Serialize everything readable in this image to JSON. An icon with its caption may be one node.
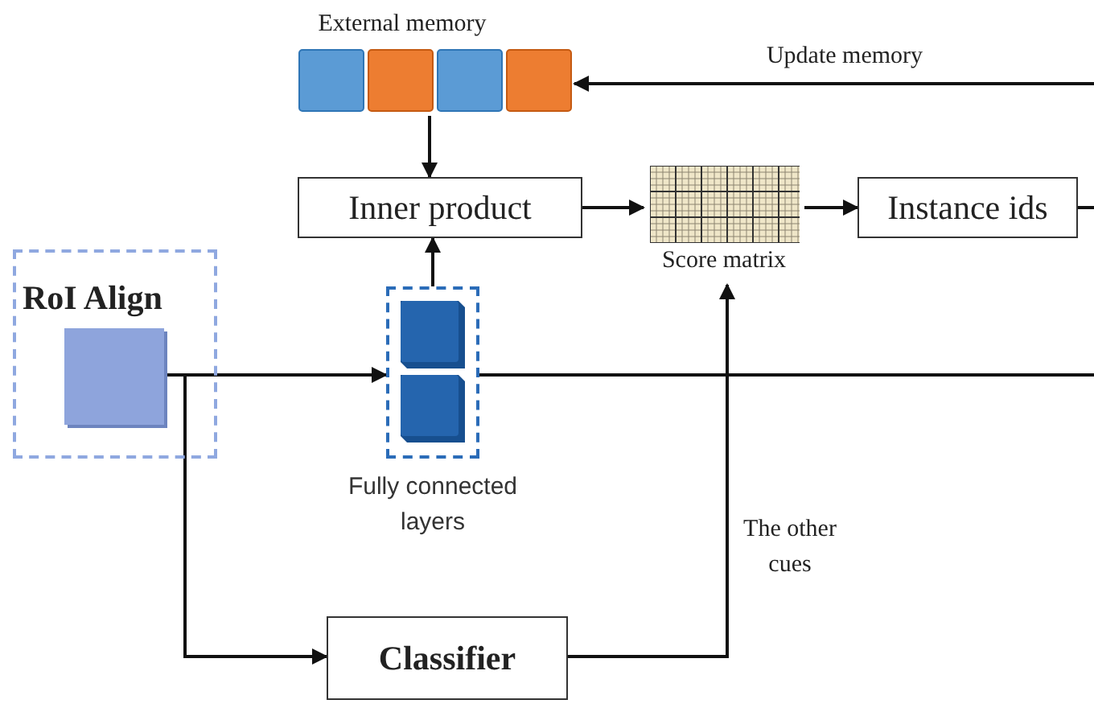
{
  "diagram": {
    "nodes": [
      {
        "text": [
          "External memory"
        ]
      },
      {
        "text": [
          "Inner product"
        ]
      },
      {
        "text": [
          "Score matrix"
        ]
      },
      {
        "text": [
          "Instance ids"
        ]
      },
      {
        "text": [
          "RoI Align"
        ]
      },
      {
        "text": [],
        "shape": "box",
        "in": 4
      },
      {
        "text": [],
        "shape": "box",
        "beside": [
          "Fully connected layers"
        ]
      },
      {
        "text": [
          "Classifier"
        ]
      }
    ],
    "edges": [
      {
        "from": 0,
        "to": 1,
        "arrow": "to"
      },
      {
        "from": 6,
        "to": 1,
        "arrow": "to"
      },
      {
        "from": 1,
        "to": 2,
        "arrow": "to"
      },
      {
        "from": 2,
        "to": 3,
        "arrow": "to"
      },
      {
        "from": 5,
        "to": 6,
        "arrow": "to"
      },
      {
        "from": 5,
        "to": 7,
        "arrow": "to"
      },
      {
        "from": 6,
        "to": null,
        "arrow": "none"
      },
      {
        "from": 7,
        "to": 2,
        "arrow": "to",
        "label": "The other cues"
      },
      {
        "from": 3,
        "to": null,
        "arrow": "none"
      },
      {
        "from": null,
        "to": 0,
        "arrow": "to",
        "label": "Update memory"
      }
    ]
  }
}
